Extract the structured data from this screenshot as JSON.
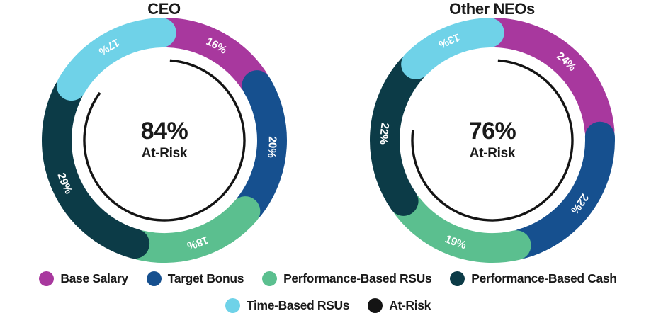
{
  "chart_data": [
    {
      "type": "pie",
      "title": "CEO",
      "center_value": "84%",
      "center_label": "At-Risk",
      "at_risk_pct": 84,
      "categories": [
        "Base Salary",
        "Target Bonus",
        "Performance-Based RSUs",
        "Performance-Based Cash",
        "Time-Based RSUs"
      ],
      "values": [
        16,
        20,
        18,
        29,
        17
      ],
      "labels": [
        "16%",
        "20%",
        "18%",
        "29%",
        "17%"
      ],
      "colors": [
        "#A8389E",
        "#16508F",
        "#5BBF8F",
        "#0C3B47",
        "#6FD2E8"
      ],
      "start_angle_deg": 0,
      "direction": "clockwise",
      "inner_arc_color": "#141414",
      "legend_position": "bottom"
    },
    {
      "type": "pie",
      "title": "Other NEOs",
      "center_value": "76%",
      "center_label": "At-Risk",
      "at_risk_pct": 76,
      "categories": [
        "Base Salary",
        "Target Bonus",
        "Performance-Based RSUs",
        "Performance-Based Cash",
        "Time-Based RSUs"
      ],
      "values": [
        24,
        22,
        19,
        22,
        13
      ],
      "labels": [
        "24%",
        "22%",
        "19%",
        "22%",
        "13%"
      ],
      "colors": [
        "#A8389E",
        "#16508F",
        "#5BBF8F",
        "#0C3B47",
        "#6FD2E8"
      ],
      "start_angle_deg": 0,
      "direction": "clockwise",
      "inner_arc_color": "#141414",
      "legend_position": "bottom"
    }
  ],
  "charts": [
    {
      "title": "CEO",
      "center_value": "84%",
      "center_label": "At-Risk",
      "segments": [
        {
          "label": "16%",
          "value": 16,
          "color": "#A8389E",
          "name": "Base Salary"
        },
        {
          "label": "20%",
          "value": 20,
          "color": "#16508F",
          "name": "Target Bonus"
        },
        {
          "label": "18%",
          "value": 18,
          "color": "#5BBF8F",
          "name": "Performance-Based RSUs"
        },
        {
          "label": "29%",
          "value": 29,
          "color": "#0C3B47",
          "name": "Performance-Based Cash"
        },
        {
          "label": "17%",
          "value": 17,
          "color": "#6FD2E8",
          "name": "Time-Based RSUs"
        }
      ],
      "at_risk": 84
    },
    {
      "title": "Other NEOs",
      "center_value": "76%",
      "center_label": "At-Risk",
      "segments": [
        {
          "label": "24%",
          "value": 24,
          "color": "#A8389E",
          "name": "Base Salary"
        },
        {
          "label": "22%",
          "value": 22,
          "color": "#16508F",
          "name": "Target Bonus"
        },
        {
          "label": "19%",
          "value": 19,
          "color": "#5BBF8F",
          "name": "Performance-Based RSUs"
        },
        {
          "label": "22%",
          "value": 22,
          "color": "#0C3B47",
          "name": "Performance-Based Cash"
        },
        {
          "label": "13%",
          "value": 13,
          "color": "#6FD2E8",
          "name": "Time-Based RSUs"
        }
      ],
      "at_risk": 76
    }
  ],
  "legend": {
    "rows": [
      [
        {
          "label": "Base Salary",
          "color": "#A8389E"
        },
        {
          "label": "Target Bonus",
          "color": "#16508F"
        },
        {
          "label": "Performance-Based RSUs",
          "color": "#5BBF8F"
        },
        {
          "label": "Performance-Based Cash",
          "color": "#0C3B47"
        }
      ],
      [
        {
          "label": "Time-Based RSUs",
          "color": "#6FD2E8"
        },
        {
          "label": "At-Risk",
          "color": "#141414"
        }
      ]
    ]
  }
}
